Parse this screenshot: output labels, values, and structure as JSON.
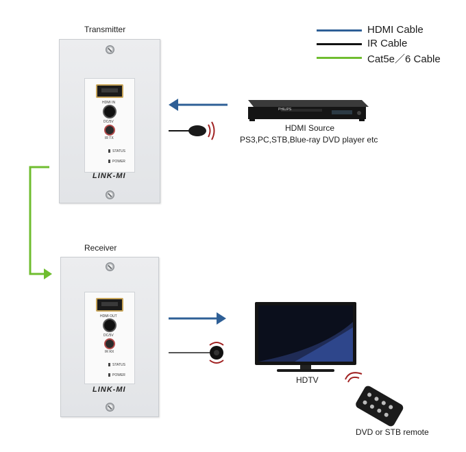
{
  "legend": [
    {
      "label": "HDMI Cable",
      "color": "#2e5f96"
    },
    {
      "label": "IR Cable",
      "color": "#111111"
    },
    {
      "label": "Cat5e／6 Cable",
      "color": "#6fbd2f"
    }
  ],
  "transmitter": {
    "title": "Transmitter",
    "port_hdmi": "HDMI IN",
    "port_dc": "DC/5V",
    "port_ir": "IR TX",
    "led_status": "STATUS",
    "led_power": "POWER",
    "brand": "LINK-MI"
  },
  "receiver": {
    "title": "Receiver",
    "port_hdmi": "HDMI OUT",
    "port_dc": "DC/5V",
    "port_ir": "IR RX",
    "led_status": "STATUS",
    "led_power": "POWER",
    "brand": "LINK-MI"
  },
  "source": {
    "title": "HDMI Source",
    "subtitle": "PS3,PC,STB,Blue-ray DVD player etc",
    "device_brand": "PHILIPS"
  },
  "display": {
    "title": "HDTV"
  },
  "remote": {
    "title": "DVD or STB remote"
  },
  "icons": [
    "screw-icon",
    "hdmi-port-icon",
    "dc-jack-icon",
    "ir-jack-icon",
    "ir-emitter-icon",
    "ir-receiver-icon",
    "dvd-player-icon",
    "tv-icon",
    "remote-icon",
    "arrow-icon"
  ]
}
